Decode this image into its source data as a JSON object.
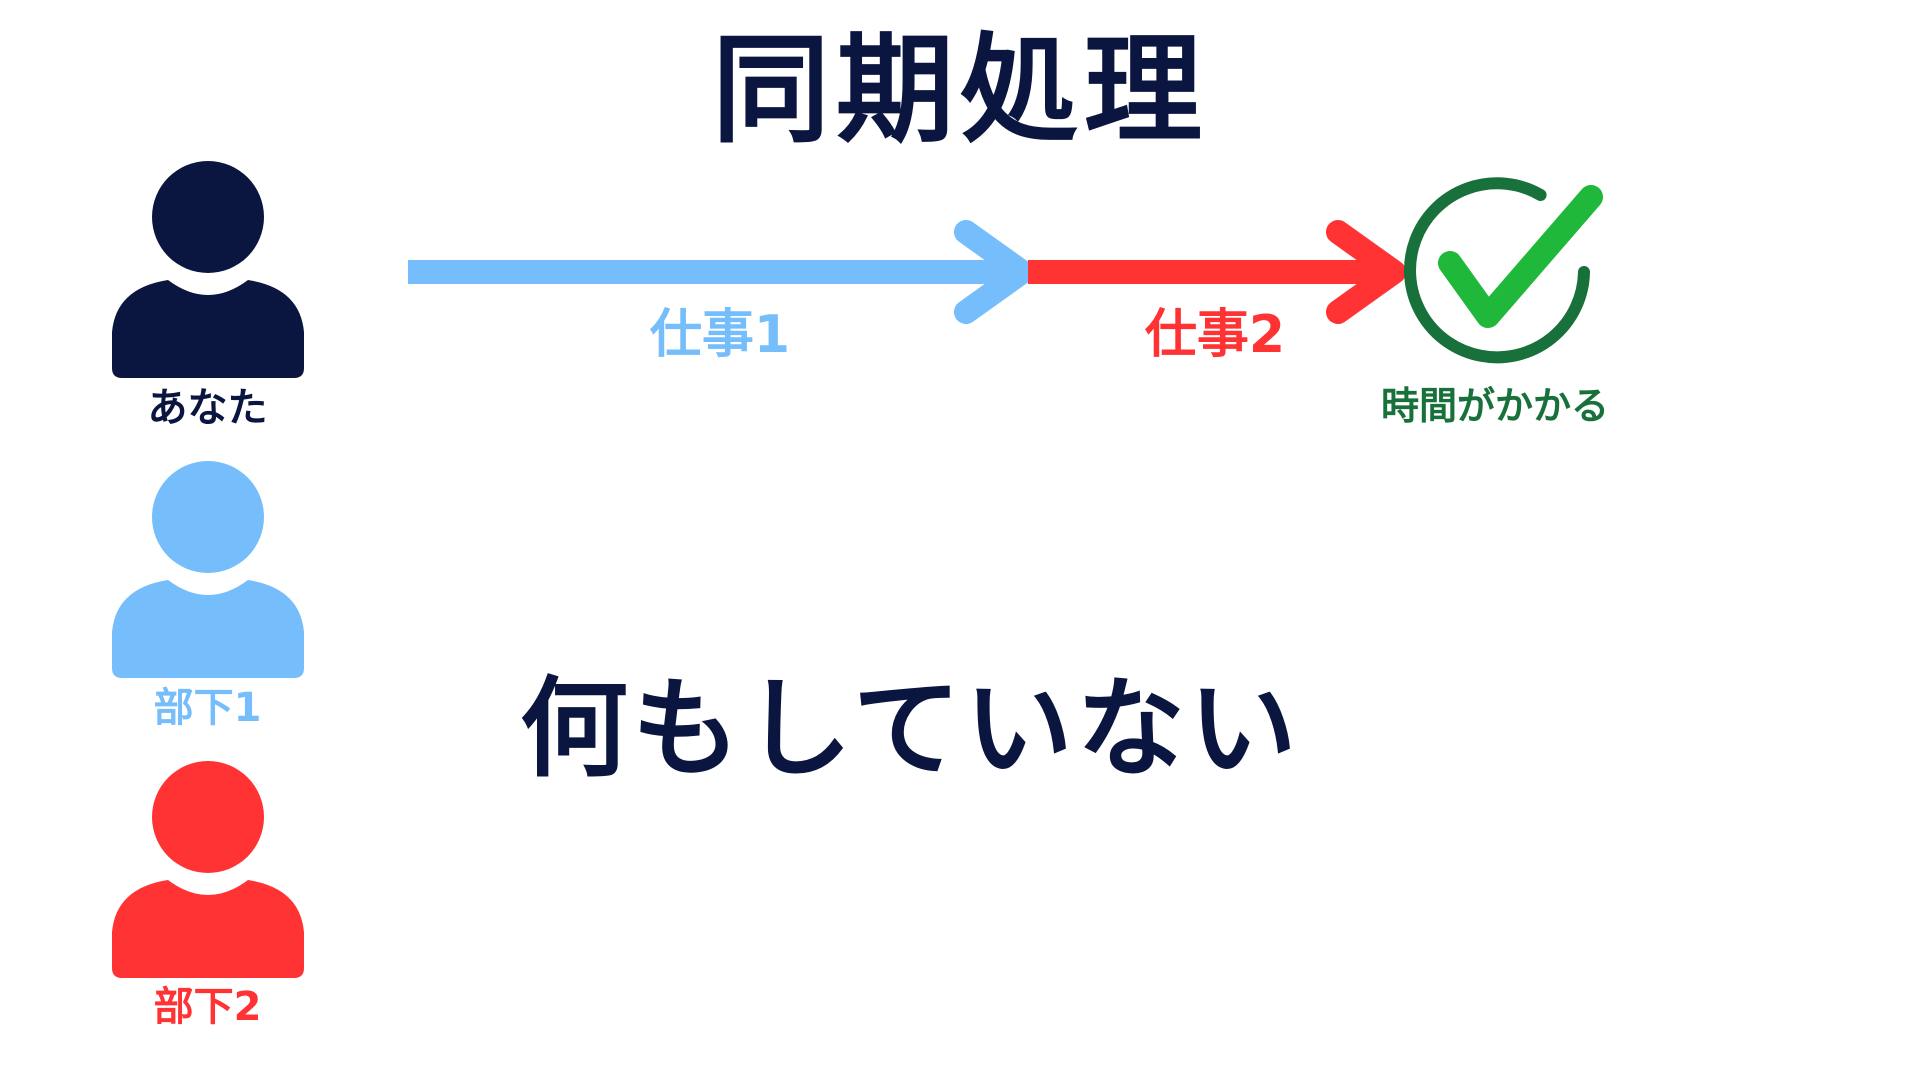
{
  "title": "同期処理",
  "colors": {
    "navy": "#0b1640",
    "light_blue": "#76bdfb",
    "red": "#ff3333",
    "dark_green": "#18703a",
    "bright_green": "#1fb83a"
  },
  "people": [
    {
      "label": "あなた",
      "color": "#0b1640",
      "icon": "person-icon"
    },
    {
      "label": "部下1",
      "color": "#76bdfb",
      "icon": "person-icon"
    },
    {
      "label": "部下2",
      "color": "#ff3333",
      "icon": "person-icon"
    }
  ],
  "tasks": [
    {
      "label": "仕事1",
      "color": "#76bdfb"
    },
    {
      "label": "仕事2",
      "color": "#ff3333"
    }
  ],
  "result": {
    "label": "時間がかかる",
    "icon": "check-circle-icon"
  },
  "idle_message": "何もしていない"
}
